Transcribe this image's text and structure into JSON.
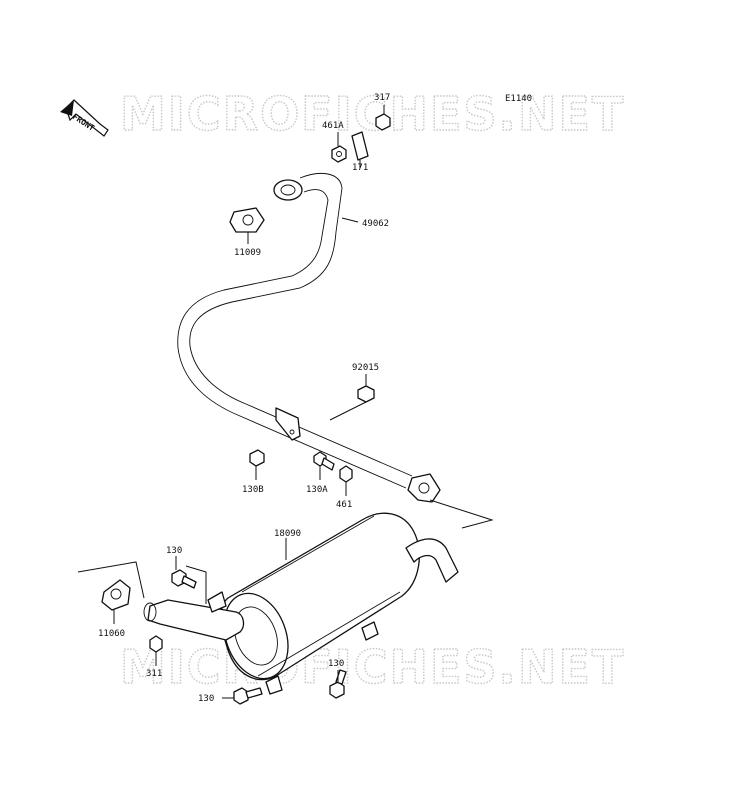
{
  "diagram_code": "E1140",
  "watermark": "MICROFICHES.NET",
  "front_label": "FRONT",
  "labels": {
    "p317": "317",
    "p461A": "461A",
    "p171": "171",
    "p49062": "49062",
    "p11009": "11009",
    "p92015": "92015",
    "p130B": "130B",
    "p130A": "130A",
    "p461": "461",
    "p18090": "18090",
    "p130_top": "130",
    "p11060": "11060",
    "p311": "311",
    "p130_bottom_left": "130",
    "p130_right": "130"
  }
}
